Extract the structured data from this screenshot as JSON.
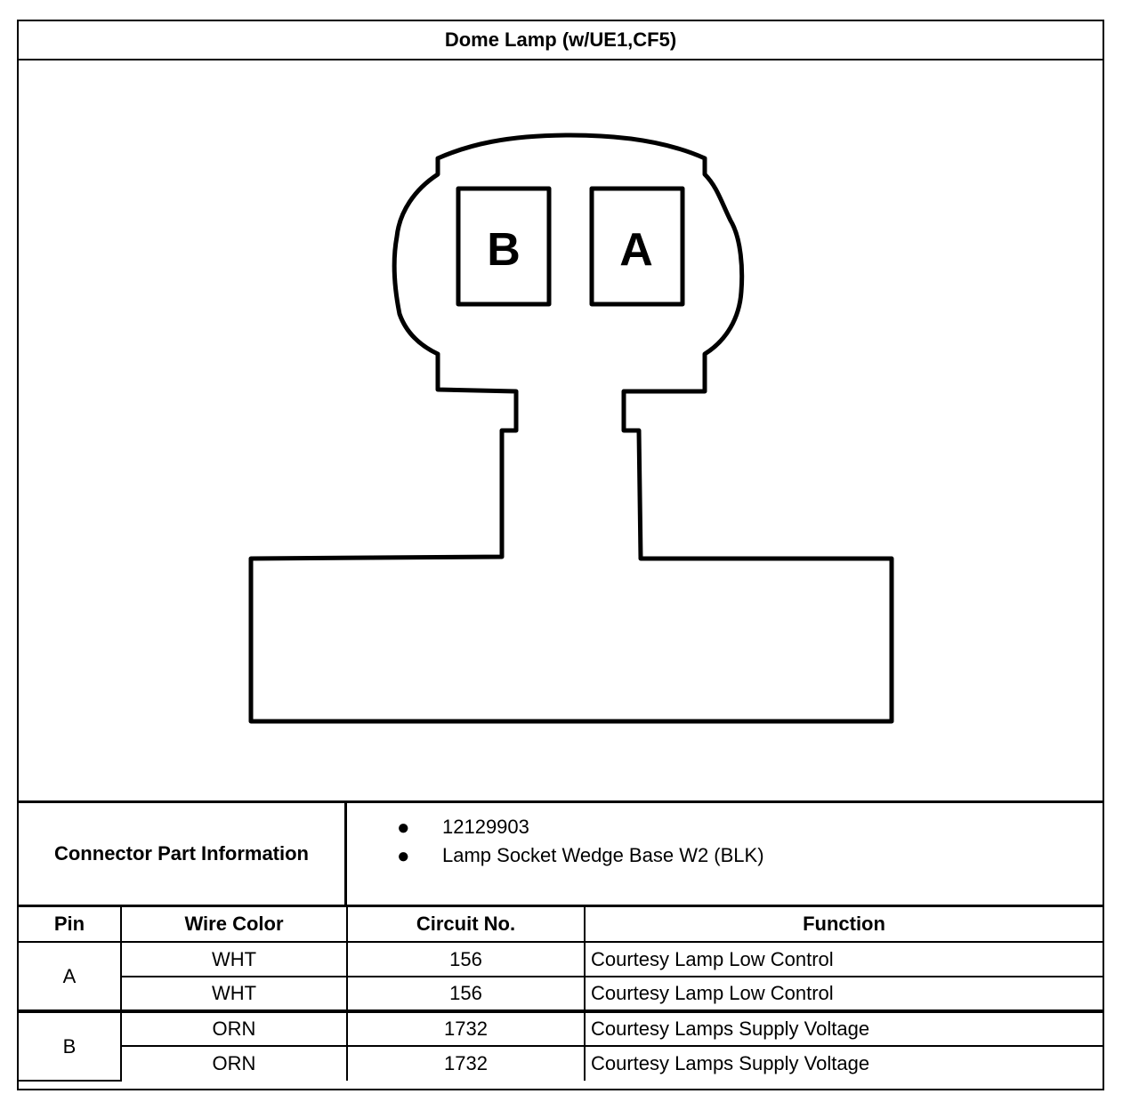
{
  "title": "Dome Lamp (w/UE1,CF5)",
  "diagram": {
    "cavities": [
      "B",
      "A"
    ]
  },
  "connector_info": {
    "label": "Connector Part Information",
    "items": [
      "12129903",
      "Lamp Socket Wedge Base W2 (BLK)"
    ]
  },
  "table": {
    "headers": [
      "Pin",
      "Wire Color",
      "Circuit No.",
      "Function"
    ],
    "groups": [
      {
        "pin": "A",
        "rows": [
          {
            "wire": "WHT",
            "circuit": "156",
            "function": "Courtesy Lamp Low Control"
          },
          {
            "wire": "WHT",
            "circuit": "156",
            "function": "Courtesy Lamp Low Control"
          }
        ]
      },
      {
        "pin": "B",
        "rows": [
          {
            "wire": "ORN",
            "circuit": "1732",
            "function": "Courtesy Lamps Supply Voltage"
          },
          {
            "wire": "ORN",
            "circuit": "1732",
            "function": "Courtesy Lamps Supply Voltage"
          }
        ]
      }
    ]
  }
}
